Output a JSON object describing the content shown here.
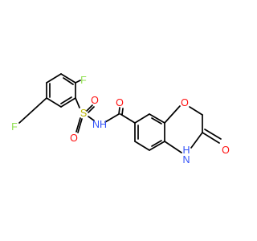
{
  "structure": {
    "colors": {
      "carbon_bond": "#000000",
      "oxygen": "#ff0d0d",
      "nitrogen": "#3050f8",
      "fluorine": "#90e050",
      "sulfur": "#b8b200"
    },
    "atoms": {
      "f_top": "F",
      "f_left": "F",
      "sulfur": "S",
      "o_sulfonyl_top": "O",
      "o_sulfonyl_bottom": "O",
      "nh_sulfonamide": "NH",
      "o_amide": "O",
      "o_ring": "O",
      "o_lactam": "O",
      "nh_lactam_h": "H",
      "nh_lactam_n": "N"
    }
  }
}
